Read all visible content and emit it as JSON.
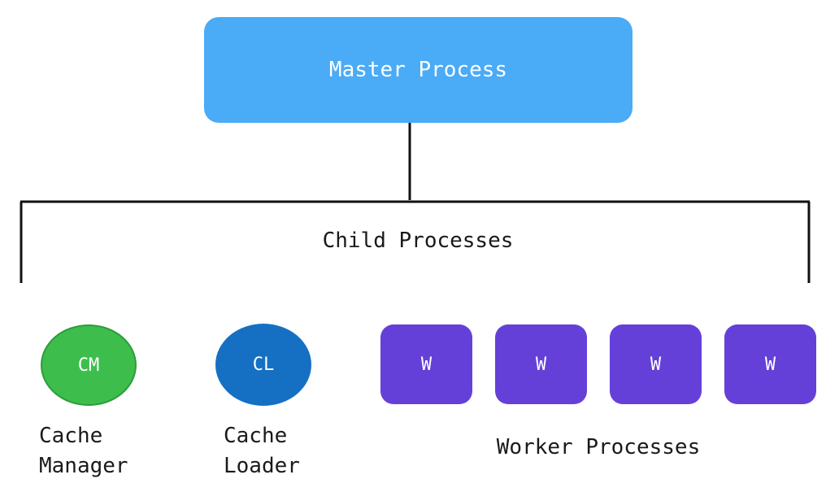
{
  "colors": {
    "master": "#4aabf7",
    "cache_manager": "#3dbe4c",
    "cache_loader": "#1570c4",
    "worker": "#6540d8",
    "line": "#111111"
  },
  "master": {
    "label": "Master Process"
  },
  "children": {
    "label": "Child Processes"
  },
  "cache_manager": {
    "label": "CM",
    "caption": "Cache\nManager"
  },
  "cache_loader": {
    "label": "CL",
    "caption": "Cache\nLoader"
  },
  "workers": {
    "items": [
      {
        "label": "W"
      },
      {
        "label": "W"
      },
      {
        "label": "W"
      },
      {
        "label": "W"
      }
    ],
    "caption": "Worker Processes"
  }
}
